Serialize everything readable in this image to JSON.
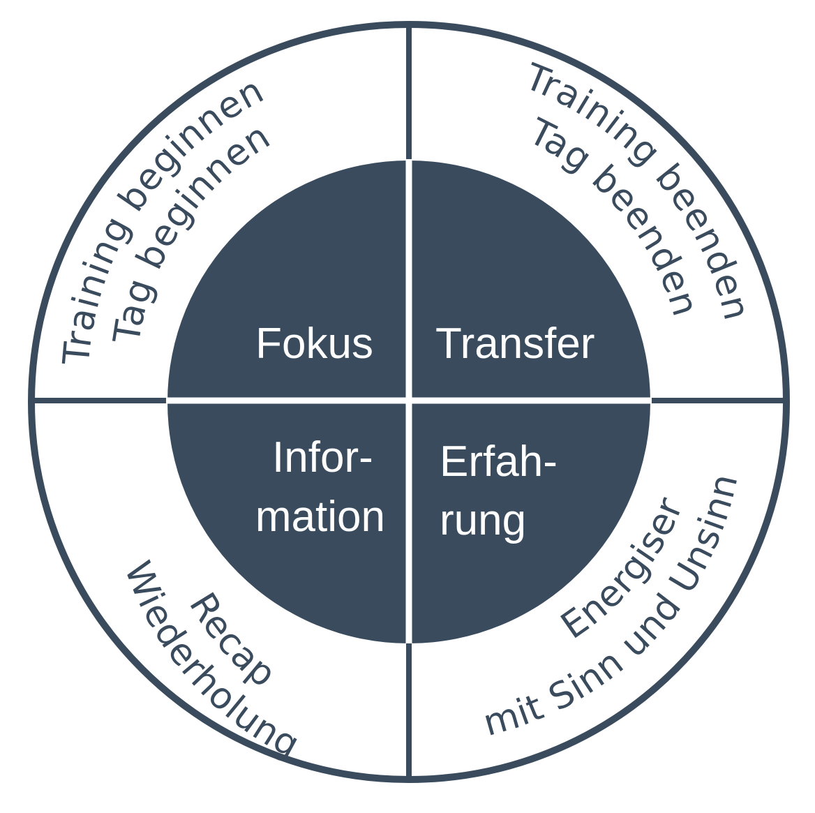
{
  "colors": {
    "primary": "#394b5c",
    "background": "#ffffff",
    "inner_text": "#ffffff"
  },
  "inner": {
    "top_left": [
      "Fokus"
    ],
    "top_right": [
      "Transfer"
    ],
    "bottom_left": [
      "Infor-",
      "mation"
    ],
    "bottom_right": [
      "Erfah-",
      "rung"
    ]
  },
  "outer": {
    "top_left": [
      "Training beginnen",
      "Tag beginnen"
    ],
    "top_right": [
      "Training beenden",
      "Tag beenden"
    ],
    "bottom_left": [
      "Recap",
      "Wiederholung"
    ],
    "bottom_right": [
      "Energiser",
      "mit Sinn und Unsinn"
    ]
  }
}
